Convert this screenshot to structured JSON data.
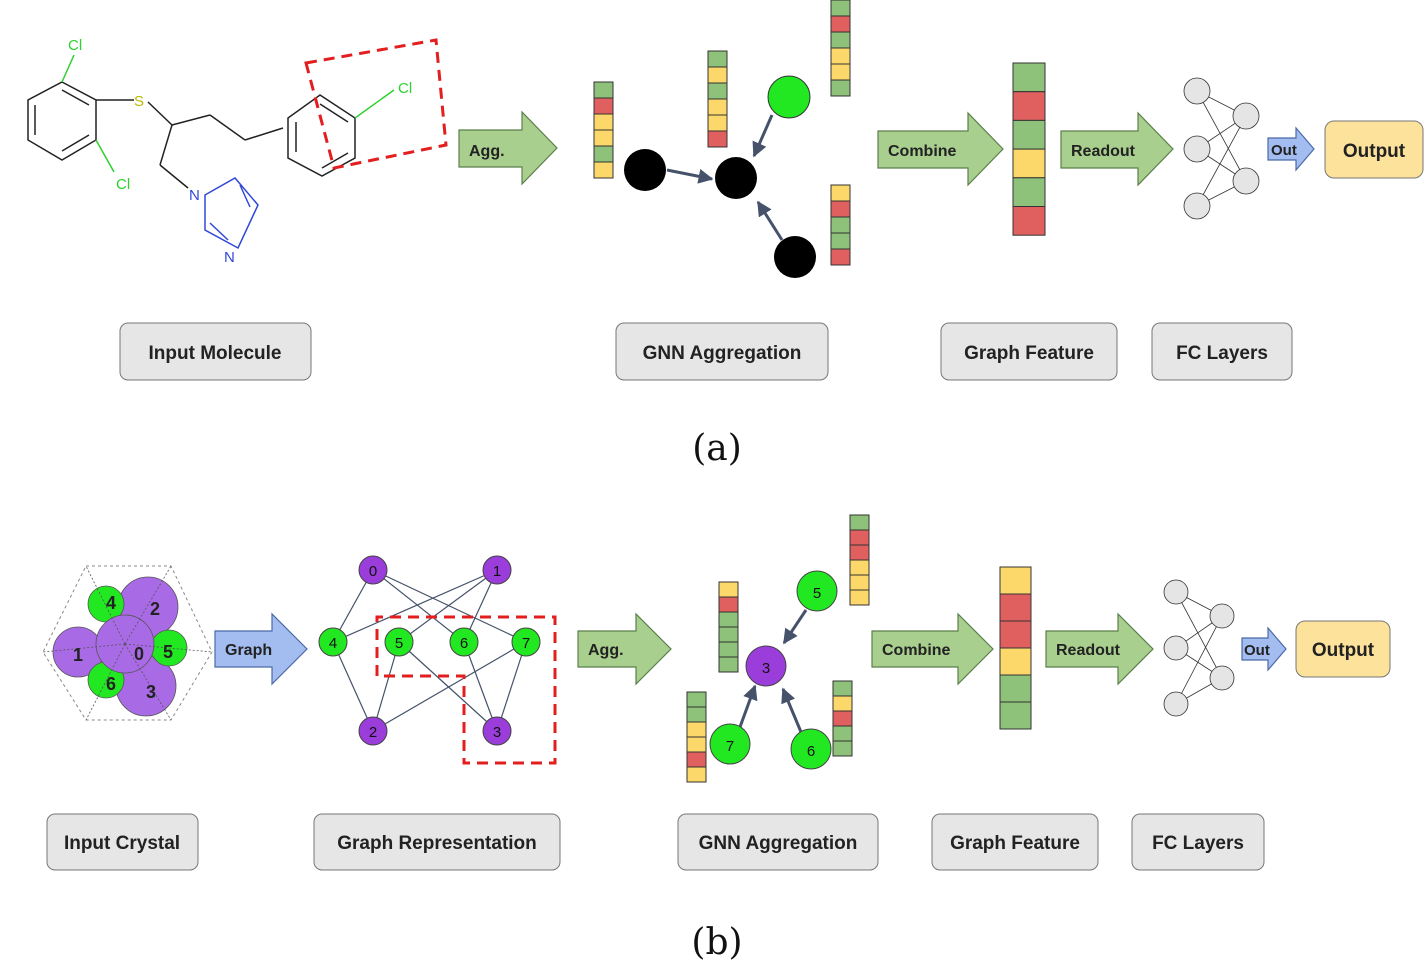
{
  "colors": {
    "arrow_green": "#a9cf8f",
    "arrow_blue": "#a3bdf0",
    "label_box": "#e6e6e6",
    "output_box": "#fde29b",
    "purple_node": "#9b3ddb",
    "green_node": "#22e822",
    "black_node": "#000000",
    "dashed_box": "#e31e1e",
    "feat_green": "#8ec27a",
    "feat_red": "#e06060",
    "feat_yellow": "#fcd86a"
  },
  "part_a": {
    "caption": "(a)",
    "molecule_atoms": {
      "cl_top": "Cl",
      "cl_bottom": "Cl",
      "sulfur": "S",
      "cl_right": "Cl",
      "n_top": "N",
      "n_bottom": "N"
    },
    "arrow_agg": "Agg.",
    "arrow_combine": "Combine",
    "arrow_readout": "Readout",
    "arrow_out": "Out",
    "output": "Output",
    "labels": {
      "input_molecule": "Input Molecule",
      "gnn_aggregation": "GNN Aggregation",
      "graph_feature": "Graph Feature",
      "fc_layers": "FC Layers"
    },
    "graph_feature_colors": [
      "green",
      "red",
      "green",
      "yellow",
      "green",
      "red"
    ]
  },
  "part_b": {
    "caption": "(b)",
    "crystal_numbers": [
      "0",
      "1",
      "2",
      "3",
      "4",
      "5",
      "6"
    ],
    "graph_node_labels": [
      "0",
      "1",
      "2",
      "3",
      "4",
      "5",
      "6",
      "7"
    ],
    "agg_node_labels": {
      "center": "3",
      "n5": "5",
      "n7": "7",
      "n6": "6"
    },
    "arrow_graph": "Graph",
    "arrow_agg": "Agg.",
    "arrow_combine": "Combine",
    "arrow_readout": "Readout",
    "arrow_out": "Out",
    "output": "Output",
    "labels": {
      "input_crystal": "Input Crystal",
      "graph_representation": "Graph Representation",
      "gnn_aggregation": "GNN Aggregation",
      "graph_feature": "Graph Feature",
      "fc_layers": "FC Layers"
    },
    "graph_feature_colors": [
      "yellow",
      "red",
      "red",
      "yellow",
      "green",
      "green"
    ]
  }
}
